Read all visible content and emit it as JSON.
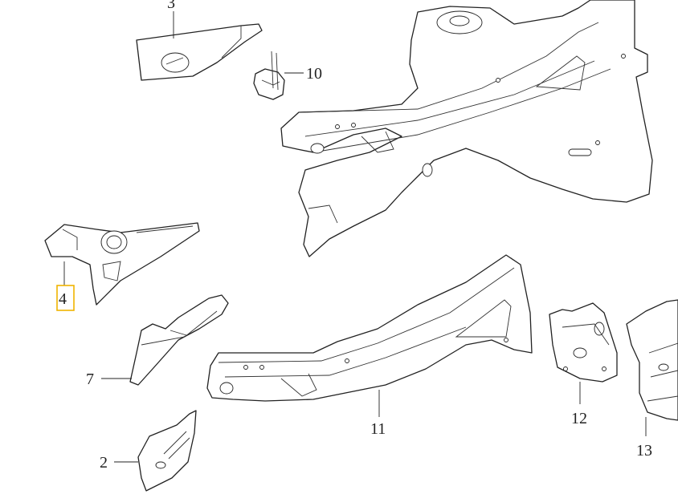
{
  "callouts": [
    {
      "id": "3",
      "label": "3"
    },
    {
      "id": "10",
      "label": "10"
    },
    {
      "id": "4",
      "label": "4",
      "highlighted": true
    },
    {
      "id": "7",
      "label": "7"
    },
    {
      "id": "2",
      "label": "2"
    },
    {
      "id": "11",
      "label": "11"
    },
    {
      "id": "12",
      "label": "12"
    },
    {
      "id": "13",
      "label": "13"
    }
  ],
  "colors": {
    "line": "#222222",
    "background": "#ffffff",
    "highlight": "#f0b400"
  }
}
